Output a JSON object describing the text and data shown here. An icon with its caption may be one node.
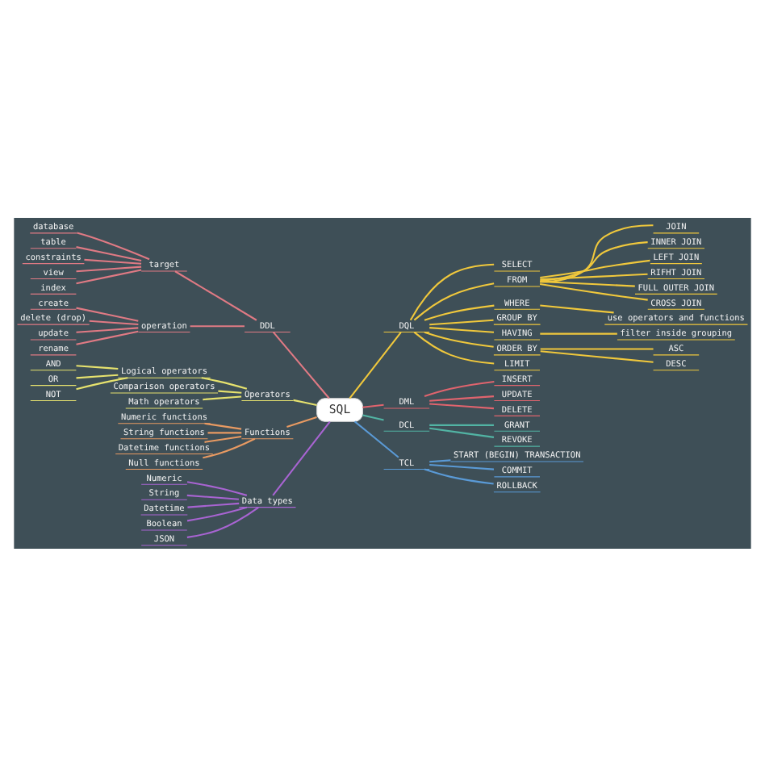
{
  "diagram": {
    "nodes": [
      {
        "text": [
          "SQL"
        ]
      },
      {
        "text": [
          "DDL"
        ]
      },
      {
        "text": [
          "target"
        ]
      },
      {
        "text": [
          "database"
        ]
      },
      {
        "text": [
          "table"
        ]
      },
      {
        "text": [
          "constraints"
        ]
      },
      {
        "text": [
          "view"
        ]
      },
      {
        "text": [
          "index"
        ]
      },
      {
        "text": [
          "operation"
        ]
      },
      {
        "text": [
          "create"
        ]
      },
      {
        "text": [
          "delete (drop)"
        ]
      },
      {
        "text": [
          "update"
        ]
      },
      {
        "text": [
          "rename"
        ]
      },
      {
        "text": [
          "Operators"
        ]
      },
      {
        "text": [
          "Logical operators"
        ]
      },
      {
        "text": [
          "AND"
        ]
      },
      {
        "text": [
          "OR"
        ]
      },
      {
        "text": [
          "NOT"
        ]
      },
      {
        "text": [
          "Comparison operators"
        ]
      },
      {
        "text": [
          "Math operators"
        ]
      },
      {
        "text": [
          "Functions"
        ]
      },
      {
        "text": [
          "Numeric functions"
        ]
      },
      {
        "text": [
          "String functions"
        ]
      },
      {
        "text": [
          "Datetime functions"
        ]
      },
      {
        "text": [
          "Null functions"
        ]
      },
      {
        "text": [
          "Data types"
        ]
      },
      {
        "text": [
          "Numeric"
        ]
      },
      {
        "text": [
          "String"
        ]
      },
      {
        "text": [
          "Datetime"
        ]
      },
      {
        "text": [
          "Boolean"
        ]
      },
      {
        "text": [
          "JSON"
        ]
      },
      {
        "text": [
          "DQL"
        ]
      },
      {
        "text": [
          "SELECT"
        ]
      },
      {
        "text": [
          "FROM"
        ]
      },
      {
        "text": [
          "JOIN"
        ]
      },
      {
        "text": [
          "INNER JOIN"
        ]
      },
      {
        "text": [
          "LEFT JOIN"
        ]
      },
      {
        "text": [
          "RIFHT JOIN"
        ]
      },
      {
        "text": [
          "FULL OUTER JOIN"
        ]
      },
      {
        "text": [
          "CROSS JOIN"
        ]
      },
      {
        "text": [
          "WHERE"
        ]
      },
      {
        "text": [
          "use operators and functions"
        ]
      },
      {
        "text": [
          "GROUP BY"
        ]
      },
      {
        "text": [
          "HAVING"
        ]
      },
      {
        "text": [
          "filter inside grouping"
        ]
      },
      {
        "text": [
          "ORDER BY"
        ]
      },
      {
        "text": [
          "ASC"
        ]
      },
      {
        "text": [
          "DESC"
        ]
      },
      {
        "text": [
          "LIMIT"
        ]
      },
      {
        "text": [
          "DML"
        ]
      },
      {
        "text": [
          "INSERT"
        ]
      },
      {
        "text": [
          "UPDATE"
        ]
      },
      {
        "text": [
          "DELETE"
        ]
      },
      {
        "text": [
          "DCL"
        ]
      },
      {
        "text": [
          "GRANT"
        ]
      },
      {
        "text": [
          "REVOKE"
        ]
      },
      {
        "text": [
          "TCL"
        ]
      },
      {
        "text": [
          "START (BEGIN) TRANSACTION"
        ]
      },
      {
        "text": [
          "COMMIT"
        ]
      },
      {
        "text": [
          "ROLLBACK"
        ]
      }
    ],
    "edges": [
      {
        "from": 0,
        "to": 1,
        "arrow": "none",
        "color": "#e07a84"
      },
      {
        "from": 1,
        "to": 2,
        "arrow": "none",
        "color": "#e07a84"
      },
      {
        "from": 2,
        "to": 3,
        "arrow": "none",
        "color": "#e07a84"
      },
      {
        "from": 2,
        "to": 4,
        "arrow": "none",
        "color": "#e07a84"
      },
      {
        "from": 2,
        "to": 5,
        "arrow": "none",
        "color": "#e07a84"
      },
      {
        "from": 2,
        "to": 6,
        "arrow": "none",
        "color": "#e07a84"
      },
      {
        "from": 2,
        "to": 7,
        "arrow": "none",
        "color": "#e07a84"
      },
      {
        "from": 1,
        "to": 8,
        "arrow": "none",
        "color": "#e07a84"
      },
      {
        "from": 8,
        "to": 9,
        "arrow": "none",
        "color": "#e07a84"
      },
      {
        "from": 8,
        "to": 10,
        "arrow": "none",
        "color": "#e07a84"
      },
      {
        "from": 8,
        "to": 11,
        "arrow": "none",
        "color": "#e07a84"
      },
      {
        "from": 8,
        "to": 12,
        "arrow": "none",
        "color": "#e07a84"
      },
      {
        "from": 0,
        "to": 13,
        "arrow": "none",
        "color": "#e6e26e"
      },
      {
        "from": 13,
        "to": 14,
        "arrow": "none",
        "color": "#e6e26e"
      },
      {
        "from": 14,
        "to": 15,
        "arrow": "none",
        "color": "#e6e26e"
      },
      {
        "from": 14,
        "to": 16,
        "arrow": "none",
        "color": "#e6e26e"
      },
      {
        "from": 14,
        "to": 17,
        "arrow": "none",
        "color": "#e6e26e"
      },
      {
        "from": 13,
        "to": 18,
        "arrow": "none",
        "color": "#e6e26e"
      },
      {
        "from": 13,
        "to": 19,
        "arrow": "none",
        "color": "#e6e26e"
      },
      {
        "from": 0,
        "to": 20,
        "arrow": "none",
        "color": "#e89a62"
      },
      {
        "from": 20,
        "to": 21,
        "arrow": "none",
        "color": "#e89a62"
      },
      {
        "from": 20,
        "to": 22,
        "arrow": "none",
        "color": "#e89a62"
      },
      {
        "from": 20,
        "to": 23,
        "arrow": "none",
        "color": "#e89a62"
      },
      {
        "from": 20,
        "to": 24,
        "arrow": "none",
        "color": "#e89a62"
      },
      {
        "from": 0,
        "to": 25,
        "arrow": "none",
        "color": "#a864d2"
      },
      {
        "from": 25,
        "to": 26,
        "arrow": "none",
        "color": "#a864d2"
      },
      {
        "from": 25,
        "to": 27,
        "arrow": "none",
        "color": "#a864d2"
      },
      {
        "from": 25,
        "to": 28,
        "arrow": "none",
        "color": "#a864d2"
      },
      {
        "from": 25,
        "to": 29,
        "arrow": "none",
        "color": "#a864d2"
      },
      {
        "from": 25,
        "to": 30,
        "arrow": "none",
        "color": "#a864d2"
      },
      {
        "from": 0,
        "to": 31,
        "arrow": "none",
        "color": "#f0c83c"
      },
      {
        "from": 31,
        "to": 32,
        "arrow": "none",
        "color": "#f0c83c"
      },
      {
        "from": 31,
        "to": 33,
        "arrow": "none",
        "color": "#f0c83c"
      },
      {
        "from": 33,
        "to": 34,
        "arrow": "none",
        "color": "#f0c83c"
      },
      {
        "from": 33,
        "to": 35,
        "arrow": "none",
        "color": "#f0c83c"
      },
      {
        "from": 33,
        "to": 36,
        "arrow": "none",
        "color": "#f0c83c"
      },
      {
        "from": 33,
        "to": 37,
        "arrow": "none",
        "color": "#f0c83c"
      },
      {
        "from": 33,
        "to": 38,
        "arrow": "none",
        "color": "#f0c83c"
      },
      {
        "from": 33,
        "to": 39,
        "arrow": "none",
        "color": "#f0c83c"
      },
      {
        "from": 31,
        "to": 40,
        "arrow": "none",
        "color": "#f0c83c"
      },
      {
        "from": 40,
        "to": 41,
        "arrow": "none",
        "color": "#f0c83c"
      },
      {
        "from": 31,
        "to": 42,
        "arrow": "none",
        "color": "#f0c83c"
      },
      {
        "from": 31,
        "to": 43,
        "arrow": "none",
        "color": "#f0c83c"
      },
      {
        "from": 43,
        "to": 44,
        "arrow": "none",
        "color": "#f0c83c"
      },
      {
        "from": 31,
        "to": 45,
        "arrow": "none",
        "color": "#f0c83c"
      },
      {
        "from": 45,
        "to": 46,
        "arrow": "none",
        "color": "#f0c83c"
      },
      {
        "from": 45,
        "to": 47,
        "arrow": "none",
        "color": "#f0c83c"
      },
      {
        "from": 31,
        "to": 48,
        "arrow": "none",
        "color": "#f0c83c"
      },
      {
        "from": 0,
        "to": 49,
        "arrow": "none",
        "color": "#e0646e"
      },
      {
        "from": 49,
        "to": 50,
        "arrow": "none",
        "color": "#e0646e"
      },
      {
        "from": 49,
        "to": 51,
        "arrow": "none",
        "color": "#e0646e"
      },
      {
        "from": 49,
        "to": 52,
        "arrow": "none",
        "color": "#e0646e"
      },
      {
        "from": 0,
        "to": 53,
        "arrow": "none",
        "color": "#52b4a4"
      },
      {
        "from": 53,
        "to": 54,
        "arrow": "none",
        "color": "#52b4a4"
      },
      {
        "from": 53,
        "to": 55,
        "arrow": "none",
        "color": "#52b4a4"
      },
      {
        "from": 0,
        "to": 56,
        "arrow": "none",
        "color": "#5a9ad6"
      },
      {
        "from": 56,
        "to": 57,
        "arrow": "none",
        "color": "#5a9ad6"
      },
      {
        "from": 56,
        "to": 58,
        "arrow": "none",
        "color": "#5a9ad6"
      },
      {
        "from": 56,
        "to": 59,
        "arrow": "none",
        "color": "#5a9ad6"
      }
    ]
  }
}
